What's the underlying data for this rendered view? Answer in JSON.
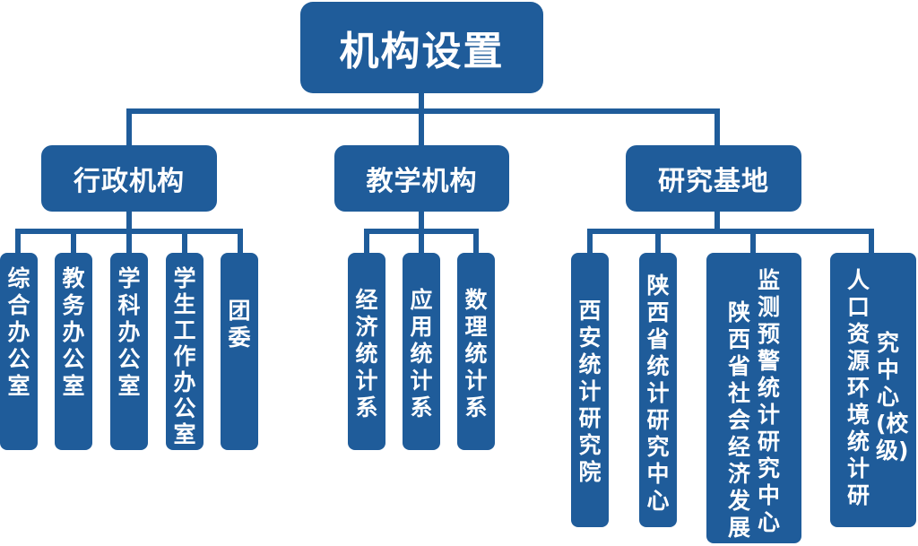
{
  "root": {
    "title": "机构设置"
  },
  "groups": [
    {
      "title": "行政机构",
      "units": [
        "综合办公室",
        "教务办公室",
        "学科办公室",
        "学生工作办公室",
        "团　委"
      ]
    },
    {
      "title": "教学机构",
      "units": [
        "经济统计系",
        "应用统计系",
        "数理统计系"
      ]
    },
    {
      "title": "研究基地",
      "units": [
        {
          "columns": [
            "西安统计研究院"
          ]
        },
        {
          "columns": [
            "陕西省统计研究中心"
          ]
        },
        {
          "columns": [
            "监测预警统计研究中心",
            "陕西省社会经济发展"
          ]
        },
        {
          "columns": [
            "究中心(校级)",
            "人口资源环境统计研"
          ]
        }
      ]
    }
  ],
  "colors": {
    "box": "#1f5c9a",
    "line": "#1f5c9a",
    "text": "#ffffff"
  }
}
